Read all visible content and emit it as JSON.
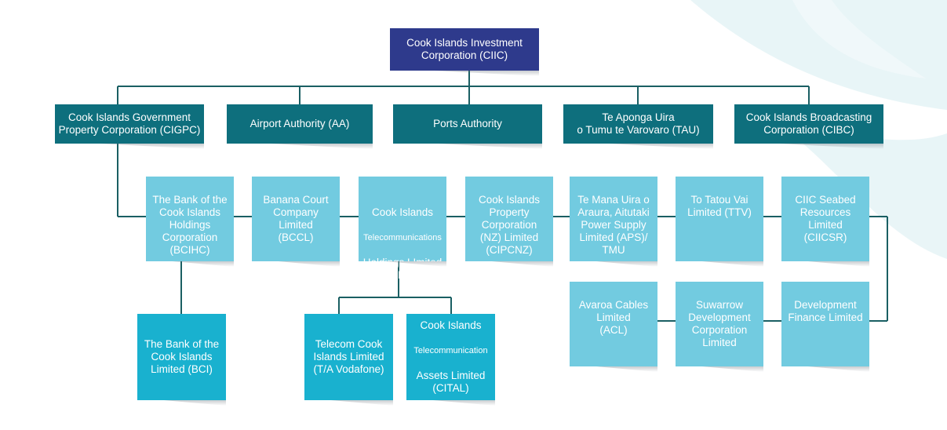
{
  "colors": {
    "root": "#2e3a8c",
    "level1": "#0e6f7d",
    "subsidiary": "#72cbe0",
    "leaf": "#19b1cf",
    "connector": "#1a5f63"
  },
  "root": {
    "label": "Cook Islands Investment\nCorporation (CIIC)"
  },
  "level1": [
    {
      "label": "Cook Islands Government\nProperty Corporation (CIGPC)"
    },
    {
      "label": "Airport Authority (AA)"
    },
    {
      "label": "Ports Authority"
    },
    {
      "label": "Te Aponga Uira\no Tumu te Varovaro (TAU)"
    },
    {
      "label": "Cook Islands Broadcasting\nCorporation (CIBC)"
    }
  ],
  "subsidiaries": [
    {
      "label": "The Bank of the\nCook Islands\nHoldings\nCorporation\n(BCIHC)"
    },
    {
      "label": "Banana Court\nCompany\nLimited\n(BCCL)"
    },
    {
      "label_top": "Cook Islands",
      "label_mid": "Telecommunications",
      "label_bottom": "Holdings LImited\n(CITH)"
    },
    {
      "label": "Cook Islands\nProperty\nCorporation\n(NZ) Limited\n(CIPCNZ)"
    },
    {
      "label": "Te Mana Uira o\nAraura, Aitutaki\nPower Supply\nLimited (APS)/\nTMU"
    },
    {
      "label": "To Tatou Vai\nLimited (TTV)"
    },
    {
      "label": "CIIC Seabed\nResources\nLimited\n(CIICSR)"
    },
    {
      "label": "Avaroa Cables\nLimited\n(ACL)"
    },
    {
      "label": "Suwarrow\nDevelopment\nCorporation\nLimited"
    },
    {
      "label": "Development\nFinance Limited"
    }
  ],
  "leaves": [
    {
      "label": "The Bank of the\nCook Islands\nLimited (BCI)"
    },
    {
      "label": "Telecom Cook\nIslands Limited\n(T/A Vodafone)"
    },
    {
      "label_top": "Cook Islands",
      "label_mid": "Telecommunication",
      "label_bottom": "Assets Limited\n(CITAL)"
    }
  ]
}
